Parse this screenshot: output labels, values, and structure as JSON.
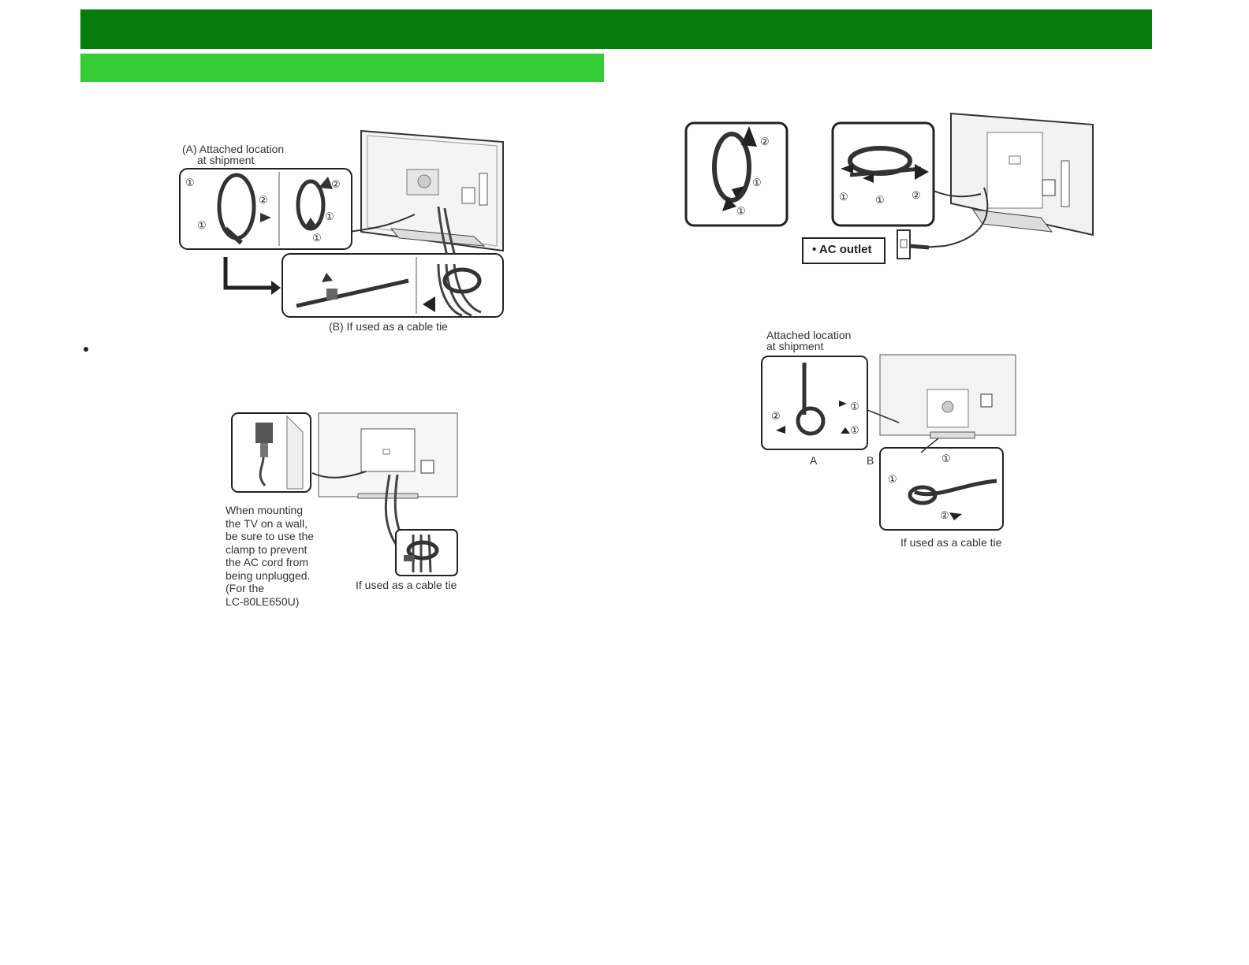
{
  "header": {
    "bar_color": "#067a0a"
  },
  "subheader": {
    "bar_color": "#33cc33"
  },
  "fig1": {
    "label_a_line1": "(A) Attached location",
    "label_a_line2": "at shipment",
    "label_b": "(B) If used as a cable tie",
    "step1": "①",
    "step2": "②"
  },
  "fig2": {
    "note_lines": [
      "When mounting",
      "the TV on a wall,",
      "be sure to use the",
      "clamp to prevent",
      "the AC cord from",
      "being unplugged.",
      "(For the",
      "LC-80LE650U)"
    ],
    "cable_tie_label": "If used as a cable tie"
  },
  "fig3": {
    "ac_outlet_label": "• AC outlet",
    "step1": "①",
    "step2": "②"
  },
  "fig4": {
    "label_line1": "Attached location",
    "label_line2": "at shipment",
    "label_a": "A",
    "label_b": "B",
    "cable_tie_label": "If used as a cable tie",
    "step1": "①",
    "step2": "②"
  }
}
